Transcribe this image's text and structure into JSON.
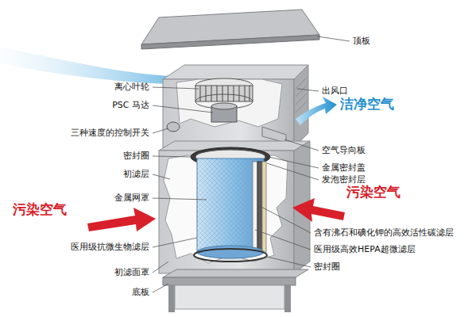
{
  "diagram": {
    "labels": [
      "顶板",
      "离心叶轮",
      "PSC 马达",
      "出风口",
      "洁净空气",
      "三种速度的控制开关",
      "空气导向板",
      "密封圈",
      "金属密封盖",
      "初滤层",
      "发泡密封层",
      "金属网罩",
      "污染空气",
      "污染空气",
      "含有沸石和碘化钾的高效活性碳滤层",
      "医用级抗微生物滤层",
      "医用级高效HEPA超微滤层",
      "初滤面罩",
      "密封圈",
      "底板"
    ]
  }
}
